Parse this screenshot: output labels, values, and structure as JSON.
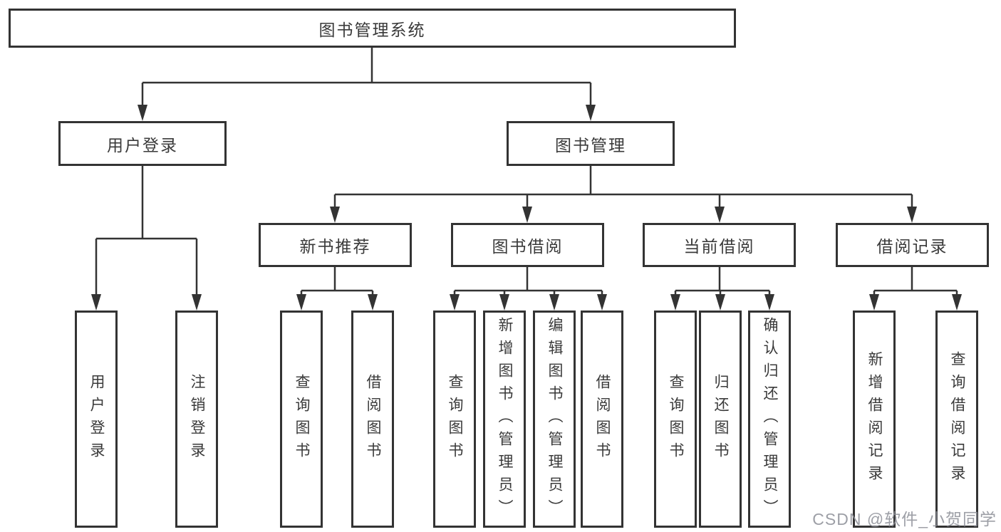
{
  "tree": {
    "root": {
      "label": "图书管理系统"
    },
    "branches": [
      {
        "label": "用户登录",
        "children": [
          "用户登录",
          "注销登录"
        ]
      },
      {
        "label": "图书管理",
        "children": [
          {
            "label": "新书推荐",
            "children": [
              "查询图书",
              "借阅图书"
            ]
          },
          {
            "label": "图书借阅",
            "children": [
              "查询图书",
              "新增图书（管理员）",
              "编辑图书（管理员）",
              "借阅图书"
            ]
          },
          {
            "label": "当前借阅",
            "children": [
              "查询图书",
              "归还图书",
              "确认归还（管理员）"
            ]
          },
          {
            "label": "借阅记录",
            "children": [
              "新增借阅记录",
              "查询借阅记录"
            ]
          }
        ]
      }
    ]
  },
  "watermark": {
    "text": "CSDN @软件_小贺同学"
  },
  "colors": {
    "line": "#333333",
    "box_border": "#333333",
    "text": "#3a3a3a",
    "background": "#ffffff",
    "watermark": "#8c8e96"
  }
}
